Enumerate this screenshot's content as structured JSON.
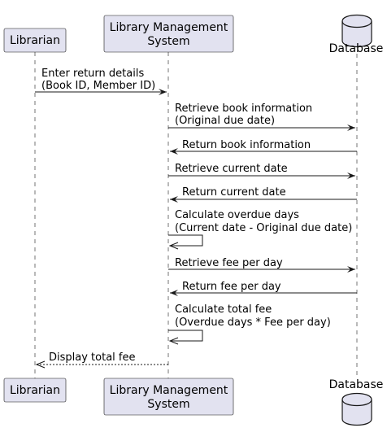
{
  "colors": {
    "participant_fill": "#E2E2F0",
    "line": "#181818",
    "text": "#000000"
  },
  "participants": {
    "librarian": {
      "label": "Librarian",
      "shape": "box"
    },
    "system": {
      "label_line1": "Library Management",
      "label_line2": "System",
      "shape": "box"
    },
    "database": {
      "label": "Database",
      "shape": "database"
    }
  },
  "messages": [
    {
      "from": "librarian",
      "to": "system",
      "style": "solid",
      "lines": [
        "Enter return details",
        "(Book ID, Member ID)"
      ]
    },
    {
      "from": "system",
      "to": "database",
      "style": "solid",
      "lines": [
        "Retrieve book information",
        "(Original due date)"
      ]
    },
    {
      "from": "database",
      "to": "system",
      "style": "solid",
      "lines": [
        "Return book information"
      ]
    },
    {
      "from": "system",
      "to": "database",
      "style": "solid",
      "lines": [
        "Retrieve current date"
      ]
    },
    {
      "from": "database",
      "to": "system",
      "style": "solid",
      "lines": [
        "Return current date"
      ]
    },
    {
      "from": "system",
      "to": "system",
      "style": "self",
      "lines": [
        "Calculate overdue days",
        "(Current date - Original due date)"
      ]
    },
    {
      "from": "system",
      "to": "database",
      "style": "solid",
      "lines": [
        "Retrieve fee per day"
      ]
    },
    {
      "from": "database",
      "to": "system",
      "style": "solid",
      "lines": [
        "Return fee per day"
      ]
    },
    {
      "from": "system",
      "to": "system",
      "style": "self",
      "lines": [
        "Calculate total fee",
        "(Overdue days * Fee per day)"
      ]
    },
    {
      "from": "system",
      "to": "librarian",
      "style": "dashed",
      "lines": [
        "Display total fee"
      ]
    }
  ]
}
